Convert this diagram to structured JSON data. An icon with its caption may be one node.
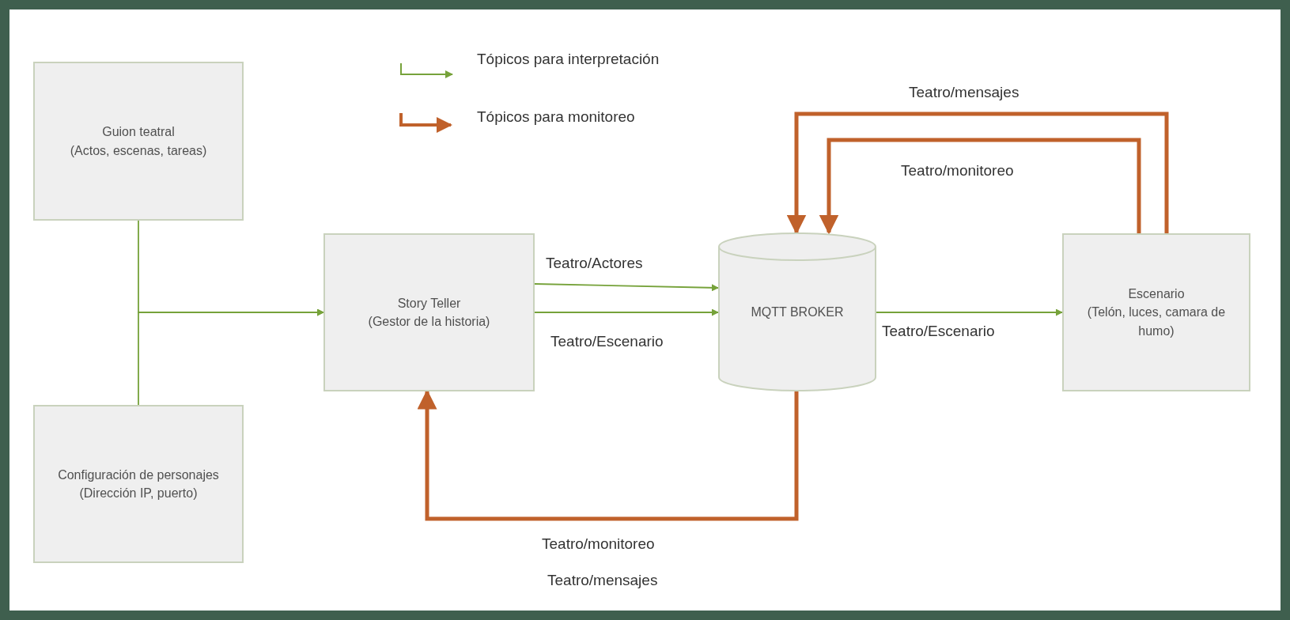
{
  "diagram": {
    "nodes": [
      {
        "text": [
          "Guion teatral",
          "(Actos, escenas, tareas)"
        ]
      },
      {
        "text": [
          "Configuración de personajes",
          "(Dirección IP, puerto)"
        ]
      },
      {
        "text": [
          "Story Teller",
          "(Gestor de la historia)"
        ]
      },
      {
        "text": [
          "MQTT BROKER"
        ]
      },
      {
        "text": [
          "Escenario",
          "(Telón, luces, camara de humo)"
        ]
      }
    ],
    "edges": [
      {
        "from": 0,
        "to": 2,
        "arrow": "to"
      },
      {
        "from": 1,
        "to": 2,
        "arrow": "to"
      },
      {
        "from": 2,
        "to": 3,
        "arrow": "to",
        "label": "Teatro/Actores"
      },
      {
        "from": 2,
        "to": 3,
        "arrow": "to",
        "label": "Teatro/Escenario"
      },
      {
        "from": 3,
        "to": 4,
        "arrow": "to",
        "label": "Teatro/Escenario"
      },
      {
        "from": 4,
        "to": 3,
        "arrow": "to",
        "label": "Teatro/mensajes",
        "style": "thick",
        "color": "#c0612b"
      },
      {
        "from": 4,
        "to": 3,
        "arrow": "to",
        "label": "Teatro/monitoreo",
        "style": "thick",
        "color": "#c0612b"
      },
      {
        "from": 3,
        "to": 2,
        "arrow": "to",
        "label": "Teatro/monitoreo",
        "style": "thick",
        "color": "#c0612b"
      }
    ],
    "labels": [
      "Teatro/mensajes"
    ],
    "legend": [
      {
        "text": "Tópicos para interpretación"
      },
      {
        "text": "Tópicos para monitoreo"
      }
    ]
  }
}
